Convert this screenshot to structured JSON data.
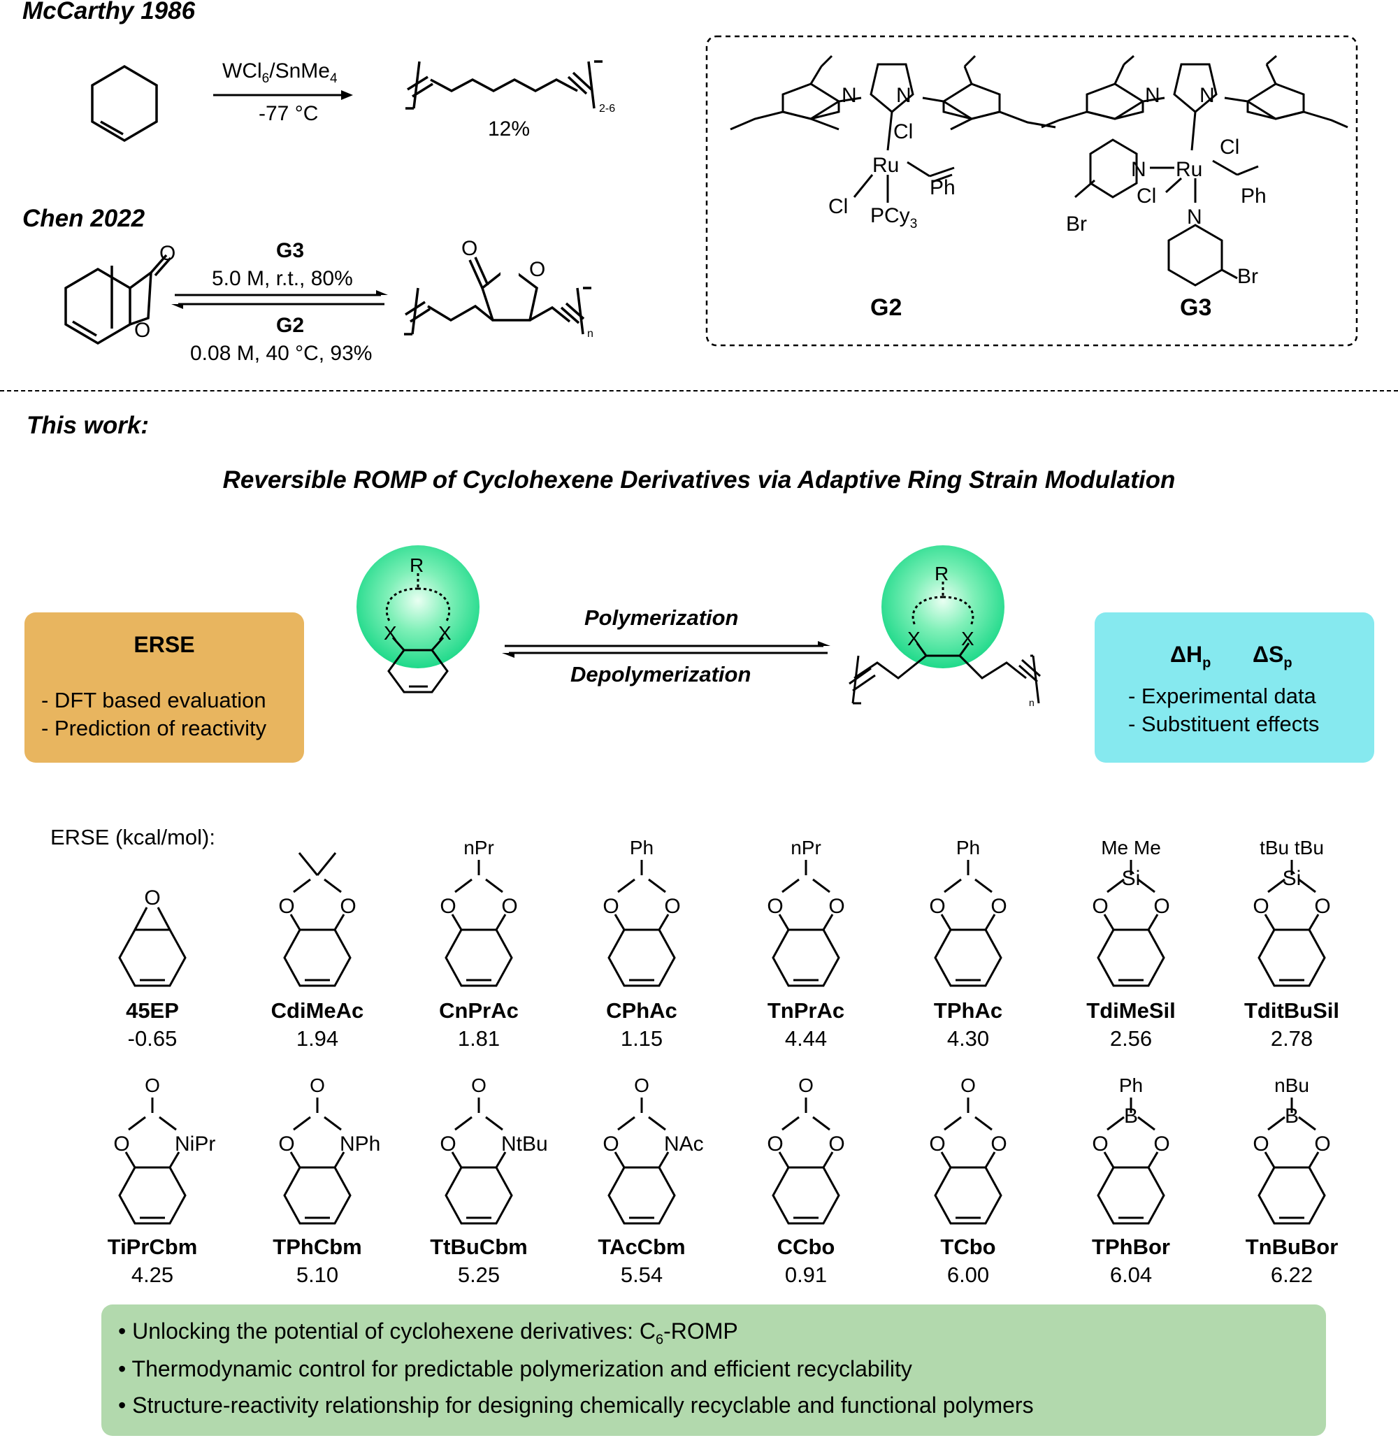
{
  "section1": {
    "mccarthy_title": "McCarthy 1986",
    "mccarthy_reagent": "WCl6/SnMe4",
    "mccarthy_temp": "-77 °C",
    "mccarthy_yield": "12%",
    "mccarthy_subscript": "2-6",
    "chen_title": "Chen 2022",
    "chen_forward_catalyst": "G3",
    "chen_forward_cond": "5.0 M, r.t., 80%",
    "chen_reverse_catalyst": "G2",
    "chen_reverse_cond": "0.08 M, 40 °C, 93%",
    "chen_subscript": "n"
  },
  "catalysts": {
    "g2_label": "G2",
    "g3_label": "G3"
  },
  "section2": {
    "this_work": "This work:",
    "title": "Reversible ROMP of Cyclohexene Derivatives via Adaptive Ring Strain Modulation",
    "polymerization": "Polymerization",
    "depolymerization": "Depolymerization",
    "erse_box_title": "ERSE",
    "erse_box_line1": "- DFT based evaluation",
    "erse_box_line2": "- Prediction of reactivity",
    "thermo_box_line1": "- Experimental data",
    "thermo_box_line2": "- Substituent effects",
    "erse_units_label": "ERSE (kcal/mol):",
    "poly_subscript": "n"
  },
  "compounds_row1": [
    {
      "name": "45EP",
      "value": "-0.65"
    },
    {
      "name": "CdiMeAc",
      "value": "1.94"
    },
    {
      "name": "CnPrAc",
      "value": "1.81"
    },
    {
      "name": "CPhAc",
      "value": "1.15"
    },
    {
      "name": "TnPrAc",
      "value": "4.44"
    },
    {
      "name": "TPhAc",
      "value": "4.30"
    },
    {
      "name": "TdiMeSil",
      "value": "2.56"
    },
    {
      "name": "TditBuSil",
      "value": "2.78"
    }
  ],
  "compounds_row2": [
    {
      "name": "TiPrCbm",
      "value": "4.25"
    },
    {
      "name": "TPhCbm",
      "value": "5.10"
    },
    {
      "name": "TtBuCbm",
      "value": "5.25"
    },
    {
      "name": "TAcCbm",
      "value": "5.54"
    },
    {
      "name": "CCbo",
      "value": "0.91"
    },
    {
      "name": "TCbo",
      "value": "6.00"
    },
    {
      "name": "TPhBor",
      "value": "6.04"
    },
    {
      "name": "TnBuBor",
      "value": "6.22"
    }
  ],
  "bullets": {
    "b1": "Unlocking the potential of cyclohexene derivatives: C6-ROMP",
    "b2": "Thermodynamic control for predictable polymerization and efficient recyclability",
    "b3": "Structure-reactivity relationship for designing chemically recyclable and functional polymers"
  },
  "colors": {
    "erse_box": "#e8b55f",
    "thermo_box": "#86e9ef",
    "bullet_box": "#b2d9ad",
    "sphere": "#3ee89a"
  }
}
